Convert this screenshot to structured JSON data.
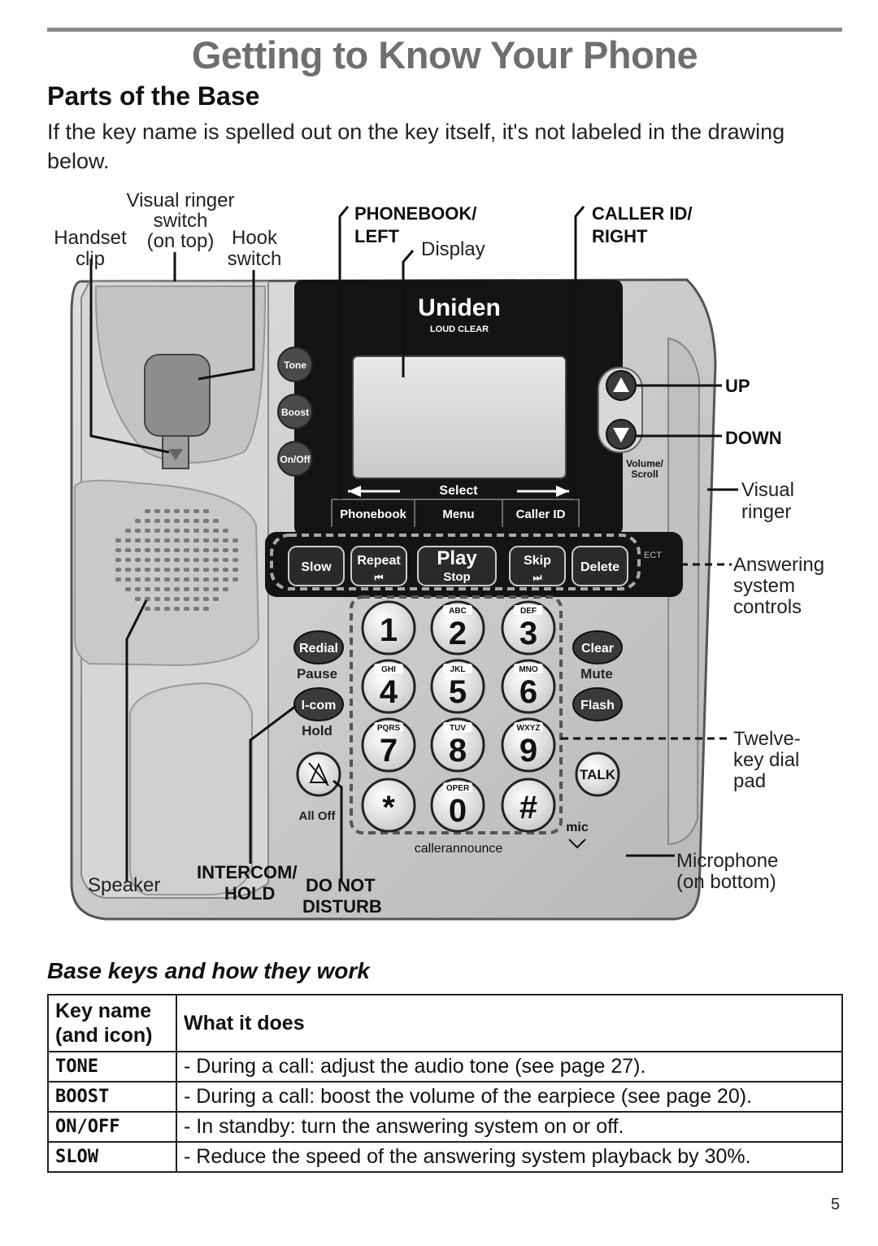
{
  "page": {
    "title": "Getting to Know Your Phone",
    "section_title": "Parts of the Base",
    "intro": "If the key name is spelled out on the key itself, it's not labeled in the drawing below.",
    "page_number": "5"
  },
  "diagram": {
    "callouts": {
      "visual_ringer_switch": [
        "Visual ringer",
        "switch",
        "(on top)"
      ],
      "handset_clip": [
        "Handset",
        "clip"
      ],
      "hook_switch": [
        "Hook",
        "switch"
      ],
      "phonebook_left": [
        "PHONEBOOK/",
        "LEFT"
      ],
      "display": "Display",
      "caller_id_right": [
        "CALLER ID/",
        "RIGHT"
      ],
      "up": "UP",
      "down": "DOWN",
      "visual_ringer": [
        "Visual",
        "ringer"
      ],
      "answering_system_controls": [
        "Answering",
        "system",
        "controls"
      ],
      "twelve_key_dial_pad": [
        "Twelve-",
        "key dial",
        "pad"
      ],
      "microphone": [
        "Microphone",
        "(on bottom)"
      ],
      "speaker": "Speaker",
      "intercom_hold": [
        "INTERCOM/",
        "HOLD"
      ],
      "do_not_disturb": [
        "DO NOT",
        "DISTURB"
      ]
    },
    "phone": {
      "brand": "Uniden",
      "sub_brand": "LOUD CLEAR",
      "select_label": "Select",
      "soft_keys": [
        "Phonebook",
        "Menu",
        "Caller ID"
      ],
      "side_keys": [
        "Tone",
        "Boost",
        "On/Off"
      ],
      "volume_label": [
        "Volume/",
        "Scroll"
      ],
      "answering_keys": [
        {
          "top": "Slow",
          "bottom": ""
        },
        {
          "top": "Repeat",
          "bottom": "⏮"
        },
        {
          "top": "Play",
          "bottom": "Stop"
        },
        {
          "top": "Skip",
          "bottom": "⏭"
        },
        {
          "top": "Delete",
          "bottom": ""
        }
      ],
      "left_keys": [
        {
          "label": "Redial",
          "caption": "Pause"
        },
        {
          "label": "I-com",
          "caption": "Hold"
        },
        {
          "label": "",
          "caption": "All Off"
        }
      ],
      "right_keys": [
        {
          "label": "Clear",
          "caption": "Mute"
        },
        {
          "label": "Flash",
          "caption": ""
        },
        {
          "label": "TALK",
          "caption": ""
        }
      ],
      "dial_keys": [
        {
          "digit": "1",
          "letters": ""
        },
        {
          "digit": "2",
          "letters": "ABC"
        },
        {
          "digit": "3",
          "letters": "DEF"
        },
        {
          "digit": "4",
          "letters": "GHI"
        },
        {
          "digit": "5",
          "letters": "JKL"
        },
        {
          "digit": "6",
          "letters": "MNO"
        },
        {
          "digit": "7",
          "letters": "PQRS"
        },
        {
          "digit": "8",
          "letters": "TUV"
        },
        {
          "digit": "9",
          "letters": "WXYZ"
        },
        {
          "digit": "*",
          "letters": ""
        },
        {
          "digit": "0",
          "letters": "OPER"
        },
        {
          "digit": "#",
          "letters": ""
        }
      ],
      "mic_label": "mic",
      "caller_announce": "callerannounce"
    }
  },
  "table": {
    "heading": "Base keys and how they work",
    "col1": "Key name (and icon)",
    "col2": "What it does",
    "rows": [
      {
        "key": "TONE",
        "desc": "- During a call: adjust the audio tone (see page 27)."
      },
      {
        "key": "BOOST",
        "desc": "- During a call: boost the volume of the earpiece (see page 20)."
      },
      {
        "key": "ON/OFF",
        "desc": "- In standby: turn the answering system on or off."
      },
      {
        "key": "SLOW",
        "desc": "- Reduce the speed of the answering system playback by 30%."
      }
    ]
  }
}
